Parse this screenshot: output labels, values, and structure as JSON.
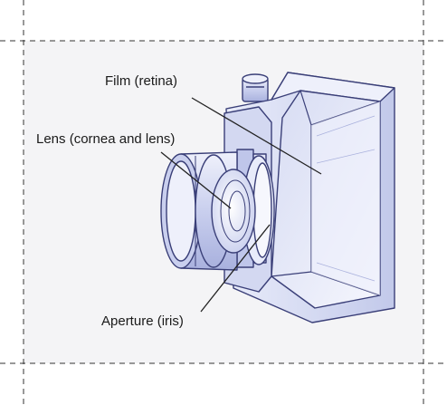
{
  "labels": {
    "film": "Film (retina)",
    "lens": "Lens (cornea and lens)",
    "aperture": "Aperture (iris)"
  },
  "colors": {
    "page_background": "#ffffff",
    "frame_fill": "#f4f4f6",
    "camera_fill": "#cdd3ee",
    "camera_light": "#eef0fb",
    "camera_dark": "#9aa3d6",
    "outline": "#3a3f78",
    "guide_line": "#333333"
  }
}
